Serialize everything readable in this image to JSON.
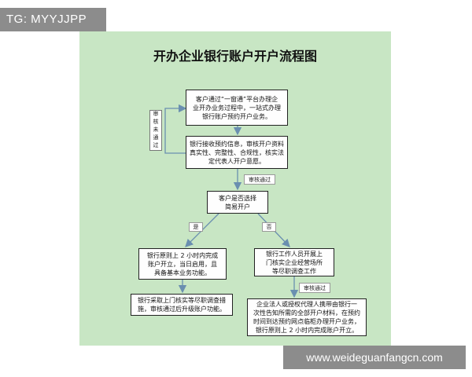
{
  "tag": "TG: MYYJJPP",
  "title": "开办企业银行账户开户流程图",
  "nodes": {
    "n1": "客户通过“一窗通”平台办理企\n业开办业务过程中，一站式办理\n银行账户预约开户业务。",
    "n2": "银行接收预约信息，审核开户资料\n真实性、完整性、合规性，核实法\n定代表人开户意愿。",
    "n3": "客户是否选择\n简易开户",
    "n4": "银行原则上 2 小时内完成\n账户开立，当日启用，且\n具备基本业务功能。",
    "n5": "银行工作人员开展上\n门核实企业经营场所\n等尽职调查工作",
    "n6": "银行采取上门核实等尽职调查措\n施，审核通过后升级账户功能。",
    "n7": "企业法人或授权代理人携带由银行一\n次性告知所需的全部开户材料，在预约\n时间到达预约网点临柜办理开户业务，\n银行原则上 2 小时内完成账户开立。"
  },
  "labels": {
    "not_passed": "审核未通过",
    "passed_1": "审核通过",
    "yes": "是",
    "no": "否",
    "passed_2": "审核通过"
  },
  "watermark": "www.weideguanfangcn.com"
}
